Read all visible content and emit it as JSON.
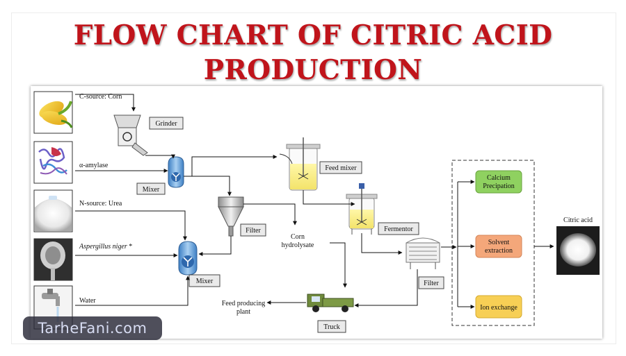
{
  "title": {
    "line1": "FLOW CHART OF CITRIC ACID",
    "line2": "PRODUCTION"
  },
  "inputs": {
    "carbon": "C-source: Corn",
    "enzyme": "α-amylase",
    "nitrogen": "N-source: Urea",
    "fungus": "Aspergillus niger",
    "fungus_mark": "*",
    "water": "Water"
  },
  "units": {
    "grinder": "Grinder",
    "mixer_top": "Mixer",
    "mixer_bottom": "Mixer",
    "filter_left": "Filter",
    "hydrolysate_line1": "Corn",
    "hydrolysate_line2": "hydrolysate",
    "feed_mixer": "Feed mixer",
    "fermentor": "Fermentor",
    "filter_right": "Filter",
    "truck": "Truck",
    "feed_plant_line1": "Feed producing",
    "feed_plant_line2": "plant"
  },
  "recovery": {
    "calcium_line1": "Calcium",
    "calcium_line2": "Precipation",
    "solvent_line1": "Solvent",
    "solvent_line2": "extraction",
    "ion": "Ion exchange",
    "calcium_color": "#8fd160",
    "solvent_color": "#f4a77a",
    "ion_color": "#f7cf55"
  },
  "product": {
    "label": "Citric acid"
  },
  "watermark": "TarheFani.com"
}
